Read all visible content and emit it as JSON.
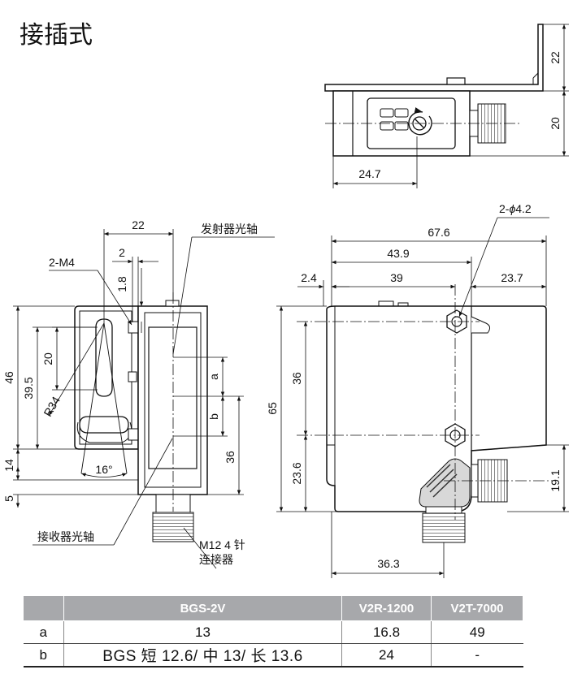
{
  "page": {
    "title": "接插式"
  },
  "top_view": {
    "dim_22": "22",
    "dim_20": "20",
    "dim_24_7": "24.7"
  },
  "side_view": {
    "dim_22": "22",
    "dim_2": "2",
    "dim_1_8": "1.8",
    "label_2m4": "2-M4",
    "dim_46": "46",
    "dim_39_5": "39.5",
    "dim_20": "20",
    "dim_r34": "R34",
    "dim_16deg": "16°",
    "dim_14": "14",
    "dim_5": "5",
    "dim_a": "a",
    "dim_b": "b",
    "dim_36": "36",
    "label_emitter_axis": "发射器光轴",
    "label_receiver_axis": "接收器光轴",
    "label_connector_1": "M12 4 针",
    "label_connector_2": "连接器"
  },
  "front_view": {
    "label_2phi": "2-",
    "label_phi": "ϕ",
    "label_4_2": "4.2",
    "dim_67_6": "67.6",
    "dim_43_9": "43.9",
    "dim_2_4": "2.4",
    "dim_39": "39",
    "dim_23_7": "23.7",
    "dim_65": "65",
    "dim_36": "36",
    "dim_23_6": "23.6",
    "dim_19_1": "19.1",
    "dim_36_3": "36.3"
  },
  "table": {
    "headers": [
      "",
      "BGS-2V",
      "V2R-1200",
      "V2T-7000"
    ],
    "rows": [
      [
        "a",
        "13",
        "16.8",
        "49"
      ],
      [
        "b",
        "BGS 短 12.6/ 中 13/ 长 13.6",
        "24",
        "-"
      ]
    ]
  }
}
